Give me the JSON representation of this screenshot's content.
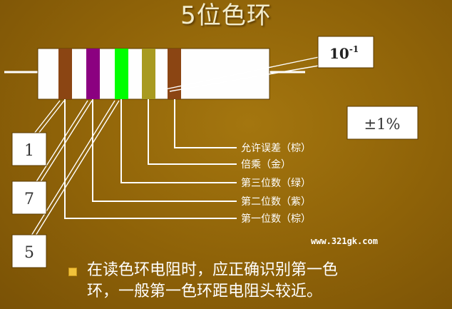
{
  "title": "5位色环",
  "resistor": {
    "body_color": "#fefefe",
    "lead_color": "#ffffff",
    "bands": [
      {
        "color": "#8b4513"
      },
      {
        "color": "#8b0080"
      },
      {
        "color": "#00ff00"
      },
      {
        "color": "#a89a20"
      },
      {
        "color": "#8b4513"
      }
    ]
  },
  "labels": [
    {
      "text": "允许误差（棕）"
    },
    {
      "text": "倍乘（金）"
    },
    {
      "text": "第三位数（绿）"
    },
    {
      "text": "第二位数（紫）"
    },
    {
      "text": "第一位数（棕）"
    }
  ],
  "digit_boxes": [
    "1",
    "7",
    "5"
  ],
  "multiplier_box": {
    "base": "10",
    "exp": "-1"
  },
  "tolerance_box": "±1%",
  "watermark": "www.321gk.com",
  "bullet": {
    "line1": "在读色环电阻时，应正确识别第一色",
    "line2": "环，一般第一色环距电阻头较近。"
  },
  "colors": {
    "line": "#ffffff",
    "label_text": "#ffffff",
    "box_text": "#333333",
    "box_fill": "#ffffff"
  }
}
